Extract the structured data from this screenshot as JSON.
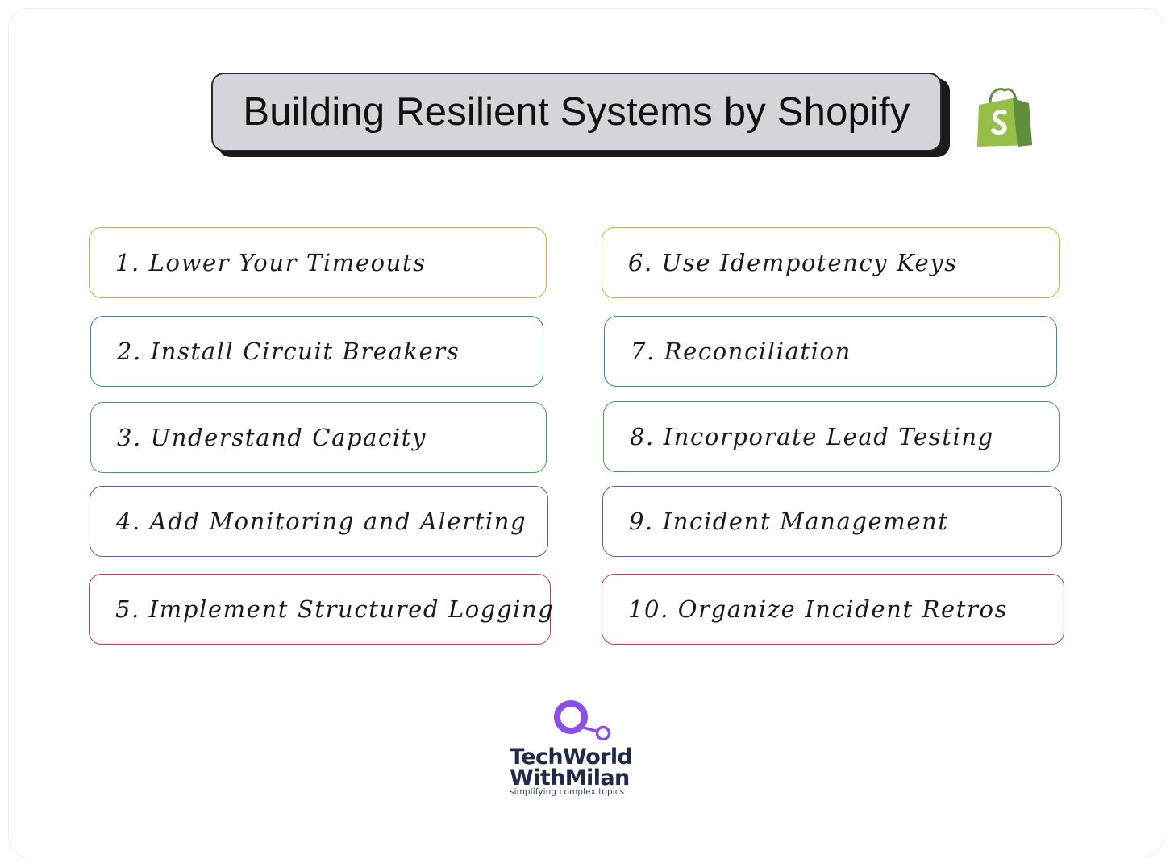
{
  "title": "Building Resilient Systems by Shopify",
  "brand_icon": "shopify-bag-icon",
  "items": [
    {
      "label": "1. Lower Your Timeouts",
      "color": "#e8a23c"
    },
    {
      "label": "2. Install Circuit Breakers",
      "color": "#3a7fc1"
    },
    {
      "label": "3. Understand Capacity",
      "color": "#4c9e4c"
    },
    {
      "label": "4. Add Monitoring and Alerting",
      "color": "#6a4fcf"
    },
    {
      "label": "5. Implement Structured Logging",
      "color": "#c8396b"
    },
    {
      "label": "6. Use Idempotency Keys",
      "color": "#e8a23c"
    },
    {
      "label": "7. Reconciliation",
      "color": "#3a7fc1"
    },
    {
      "label": "8. Incorporate Lead Testing",
      "color": "#4c9e4c"
    },
    {
      "label": "9. Incident Management",
      "color": "#6a4fcf"
    },
    {
      "label": "10. Organize Incident Retros",
      "color": "#c8396b"
    }
  ],
  "logo": {
    "line1": "TechWorld",
    "line2": "WithMilan",
    "tagline": "simplifying complex topics",
    "accent_color": "#8b4fe8"
  }
}
